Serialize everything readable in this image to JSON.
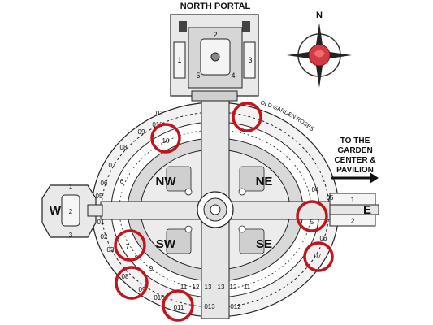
{
  "header": {
    "title": "NORTH PORTAL"
  },
  "compass": {
    "north_label": "N"
  },
  "directions": {
    "east_line1": "TO THE",
    "east_line2": "GARDEN",
    "east_line3": "CENTER &",
    "east_line4": "PAVILION"
  },
  "arc_label": "OLD GARDEN ROSES",
  "quadrants": {
    "nw": "NW",
    "ne": "NE",
    "sw": "SW",
    "se": "SE"
  },
  "gates": {
    "west": "W",
    "east": "E"
  },
  "portal_beds": [
    "1",
    "2",
    "3",
    "4",
    "5"
  ],
  "west_beds": [
    "1",
    "2",
    "3"
  ],
  "east_paths": [
    "1",
    "2"
  ],
  "ring_labels": {
    "o11_top": "011",
    "o10": "010",
    "o9_top": "09",
    "o8_top": "08",
    "o7_left": "07",
    "o6": "06",
    "o5_left": "05",
    "o2_bottom": "02",
    "o1_bottom": "01",
    "o3": "03",
    "o4": "04",
    "o5_right": "05",
    "o6_right": "06",
    "o7_right": "07",
    "o8_bottom": "08",
    "o9_bottom": "09",
    "o10_bottom": "010",
    "o11_bottom": "011",
    "o12": "012",
    "o13": "013"
  },
  "inner_labels": {
    "i10": "10",
    "i9": "9",
    "i8": "8",
    "i7": "7",
    "i6": "6",
    "i5": "5",
    "i11": "11",
    "i12": "12",
    "i13a": "13",
    "i13b": "13",
    "i12b": "12",
    "i11b": "11"
  },
  "highlight_color": "#c0151c",
  "rose_color": "#d23a44"
}
